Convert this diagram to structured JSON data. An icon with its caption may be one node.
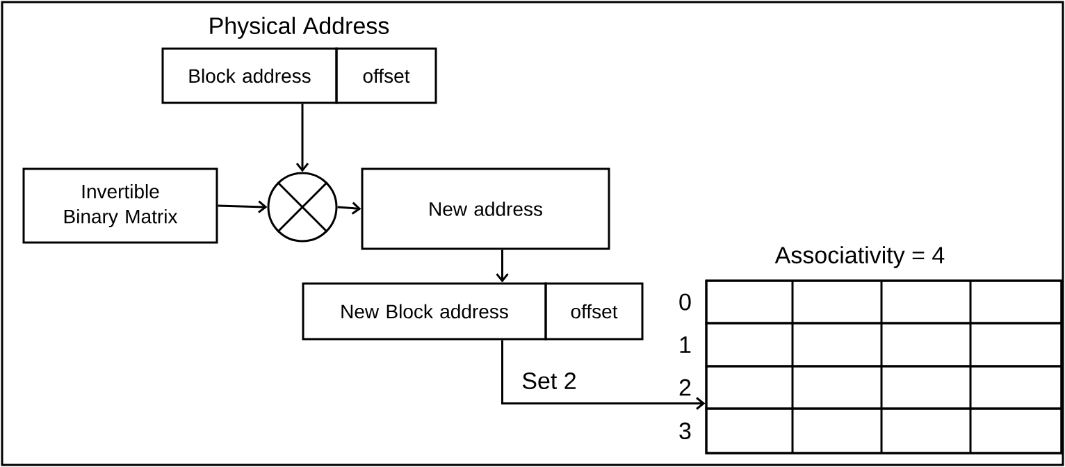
{
  "diagram": {
    "nodes": [
      {
        "text": [
          "Block address"
        ]
      },
      {
        "text": [
          "offset"
        ]
      },
      {
        "text": [
          "Invertible Binary Matrix"
        ]
      },
      {
        "text": [],
        "shape": "circle"
      },
      {
        "text": [
          "New address"
        ]
      },
      {
        "text": [
          "New Block address"
        ]
      },
      {
        "text": [
          "offset"
        ]
      },
      {
        "text": [
          "Associativity = 4"
        ]
      },
      {
        "text": [],
        "shape": "box",
        "in": 7,
        "beside": [
          "0"
        ]
      },
      {
        "text": [],
        "shape": "box",
        "in": 7,
        "beside": [
          "1"
        ]
      },
      {
        "text": [],
        "shape": "box",
        "in": 7,
        "beside": [
          "2"
        ]
      },
      {
        "text": [],
        "shape": "box",
        "in": 7,
        "beside": [
          "3"
        ]
      }
    ],
    "edges": [
      {
        "from": 0,
        "to": 3,
        "arrow": "to"
      },
      {
        "from": 2,
        "to": 3,
        "arrow": "to"
      },
      {
        "from": 3,
        "to": 4,
        "arrow": "to"
      },
      {
        "from": 4,
        "to": 5,
        "arrow": "to"
      },
      {
        "from": 5,
        "to": 10,
        "arrow": "to",
        "label": "Set 2"
      }
    ],
    "labels": [
      "Physical Address"
    ]
  }
}
